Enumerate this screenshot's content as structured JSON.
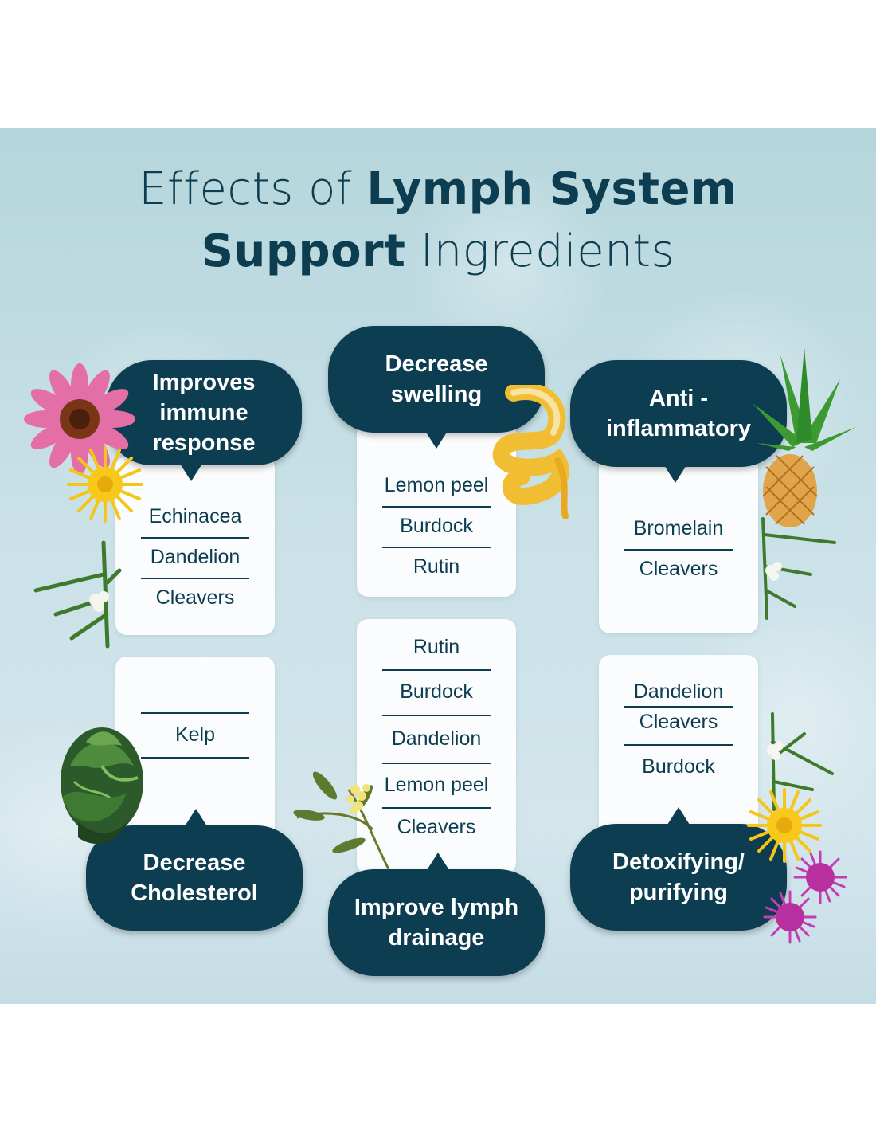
{
  "title": {
    "part1_light": "Effects of ",
    "part1_bold": "Lymph System",
    "part2_bold": "Support",
    "part2_light": " Ingredients"
  },
  "colors": {
    "primary": "#0d3d51",
    "card": "#fafcfd",
    "background": "#c9e1e7"
  },
  "effects": [
    {
      "label": "Improves\nimmune\nresponse",
      "ingredients": [
        "Echinacea",
        "Dandelion",
        "Cleavers"
      ],
      "decoration": "echinacea-and-dandelion-flowers"
    },
    {
      "label": "Decrease\nswelling",
      "ingredients": [
        "Lemon peel",
        "Burdock",
        "Rutin"
      ],
      "decoration": "lemon-peel-spiral"
    },
    {
      "label": "Anti -\ninflammatory",
      "ingredients": [
        "Bromelain",
        "Cleavers"
      ],
      "decoration": "pineapple-and-cleavers"
    },
    {
      "label": "Decrease\nCholesterol",
      "ingredients": [
        "Kelp"
      ],
      "decoration": "kelp-seaweed"
    },
    {
      "label": "Improve lymph\ndrainage",
      "ingredients": [
        "Rutin",
        "Burdock",
        "Dandelion",
        "Lemon peel",
        "Cleavers"
      ],
      "decoration": "yellow-flowering-branch"
    },
    {
      "label": "Detoxifying/\npurifying",
      "ingredients": [
        "Dandelion",
        "Cleavers",
        "Burdock"
      ],
      "decoration": "dandelion-and-thistle-flowers"
    }
  ]
}
